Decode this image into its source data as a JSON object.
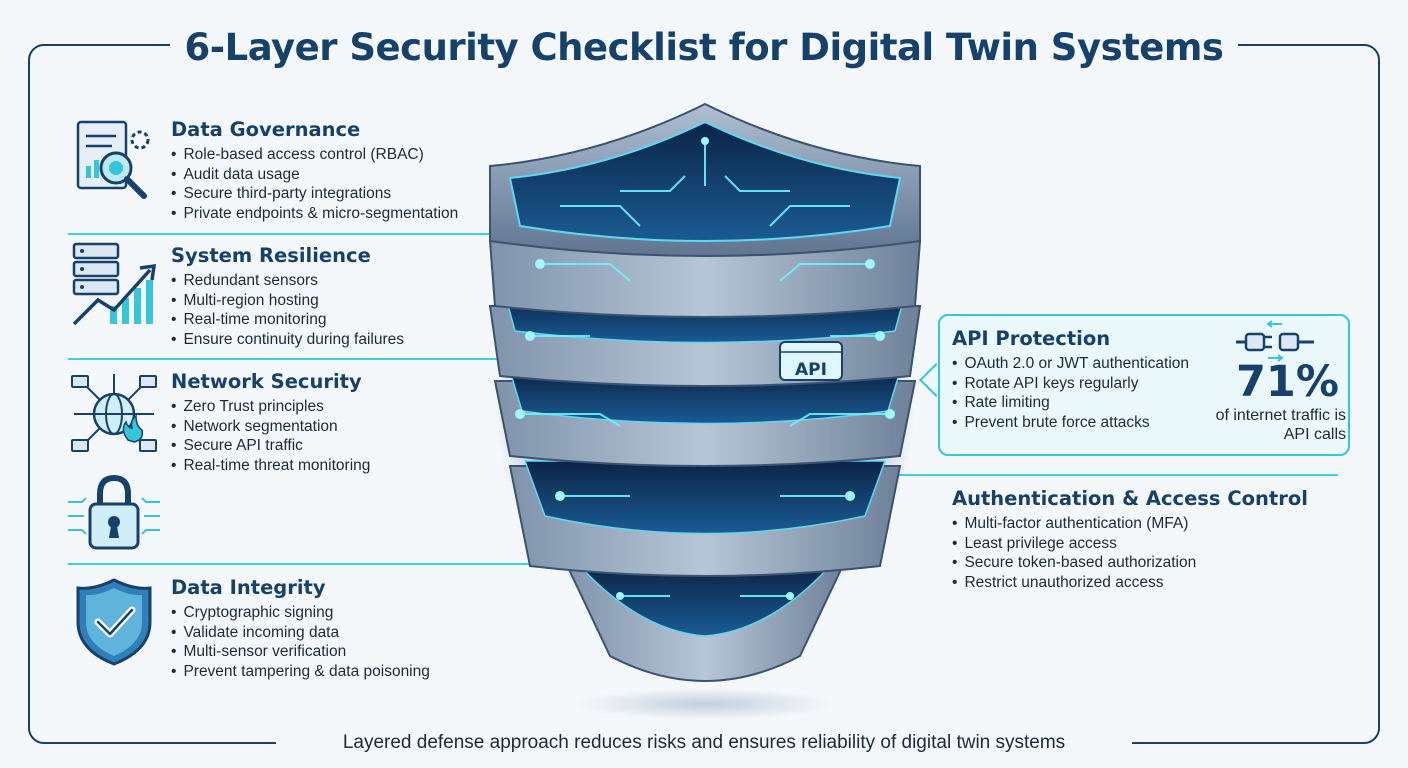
{
  "title": "6-Layer Security Checklist for Digital Twin Systems",
  "footer": "Layered defense approach reduces risks and ensures reliability of digital twin systems",
  "colors": {
    "navy": "#16416b",
    "cyan": "#35c6dc",
    "text": "#1a2a3a",
    "background": "#f5f8fb"
  },
  "sections": {
    "data_governance": {
      "title": "Data Governance",
      "icon": "document-magnifier-icon",
      "items": [
        "Role-based access control (RBAC)",
        "Audit data usage",
        "Secure third-party integrations",
        "Private endpoints & micro-segmentation"
      ]
    },
    "system_resilience": {
      "title": "System Resilience",
      "icon": "server-growth-chart-icon",
      "items": [
        "Redundant sensors",
        "Multi-region hosting",
        "Real-time monitoring",
        "Ensure continuity during failures"
      ]
    },
    "network_security": {
      "title": "Network Security",
      "icon": "globe-network-icon",
      "items": [
        "Zero Trust principles",
        "Network segmentation",
        "Secure API traffic",
        "Real-time threat monitoring"
      ]
    },
    "data_integrity": {
      "title": "Data Integrity",
      "icon": "shield-check-icon",
      "items": [
        "Cryptographic signing",
        "Validate incoming data",
        "Multi-sensor verification",
        "Prevent tampering & data poisoning"
      ]
    },
    "api_protection": {
      "title": "API Protection",
      "icon": "plug-connector-icon",
      "items": [
        "OAuth 2.0 or JWT authentication",
        "Rotate API keys regularly",
        "Rate limiting",
        "Prevent brute force attacks"
      ],
      "stat_value": "71%",
      "stat_text": "of internet traffic is API calls"
    },
    "authentication": {
      "title": "Authentication & Access Control",
      "icon": "padlock-fingerprint-icon",
      "items": [
        "Multi-factor authentication (MFA)",
        "Least privilege access",
        "Secure token-based authorization",
        "Restrict unauthorized access"
      ]
    }
  },
  "shield": {
    "api_label": "API",
    "layer_count": 6
  }
}
